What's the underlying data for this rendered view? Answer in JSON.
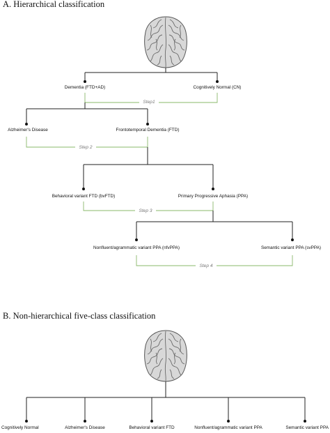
{
  "section_a": {
    "title": "A. Hierarchical  classification",
    "nodes": {
      "dementia": "Dementia (FTD+AD)",
      "cognitively_normal": "Cognitively Normal (CN)",
      "alzheimers": "Alzheimer's Disease",
      "ftd": "Frontotemporal Dementia (FTD)",
      "bvftd": "Behavioral variant FTD (bvFTD)",
      "ppa": "Primary Progressive Aphasia (PPA)",
      "nfvppa": "Nonfluent/agrammatic variant PPA (nfvPPA)",
      "svppa": "Semantic variant PPA (svPPA)"
    },
    "steps": [
      "Step1",
      "Step 2",
      "Step 3",
      "Step 4"
    ]
  },
  "section_b": {
    "title": "B. Non-hierarchical  five-class classification",
    "classes": [
      "Cognitively Normal",
      "Alzheimer's Disease",
      "Behavioral variant FTD",
      "Nonfluent/agrammatic variant PPA",
      "Semantic variant PPA"
    ]
  },
  "icons": [
    "brain-icon"
  ],
  "colors": {
    "step_connector": "#8ab86a",
    "step_label": "#777777",
    "edges": "#222222"
  }
}
